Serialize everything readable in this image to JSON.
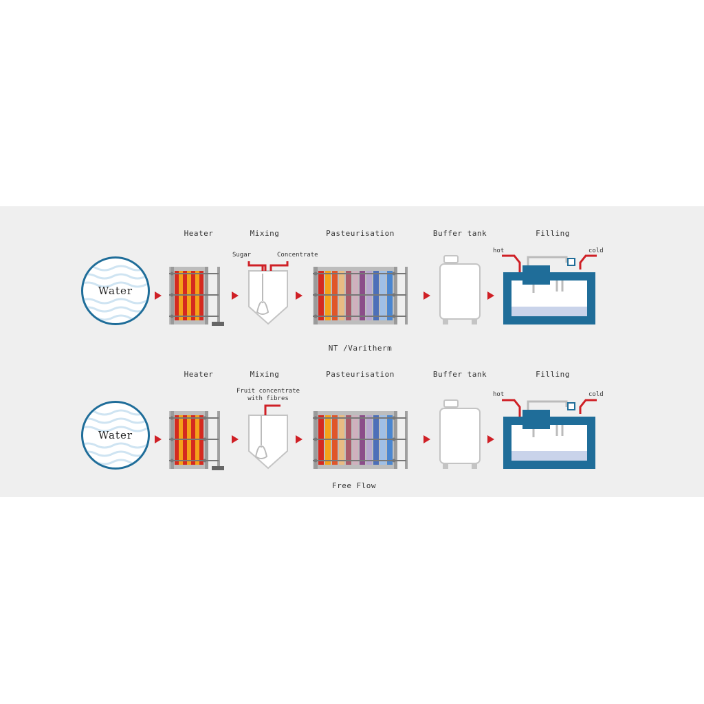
{
  "rows": [
    {
      "water_label": "Water",
      "stages": {
        "heater": "Heater",
        "mixing": "Mixing",
        "pasteurisation": "Pasteurisation",
        "buffer": "Buffer tank",
        "filling": "Filling"
      },
      "mixing_inputs": [
        "Sugar",
        "Concentrate"
      ],
      "filling_inputs": {
        "hot": "hot",
        "cold": "cold"
      },
      "caption": "NT /Varitherm"
    },
    {
      "water_label": "Water",
      "stages": {
        "heater": "Heater",
        "mixing": "Mixing",
        "pasteurisation": "Pasteurisation",
        "buffer": "Buffer tank",
        "filling": "Filling"
      },
      "mixing_inputs": [
        "Fruit concentrate",
        "with fibres"
      ],
      "filling_inputs": {
        "hot": "hot",
        "cold": "cold"
      },
      "caption": "Free Flow"
    }
  ],
  "colors": {
    "panel_bg": "#efefef",
    "water_border": "#1f6d99",
    "water_waves": "#cfe4f2",
    "arrow": "#cf1f25",
    "heater_red": "#d42a20",
    "heater_orange": "#f4a21a",
    "filling_blue": "#1f6d99",
    "frame_gray": "#b5b5b5"
  }
}
